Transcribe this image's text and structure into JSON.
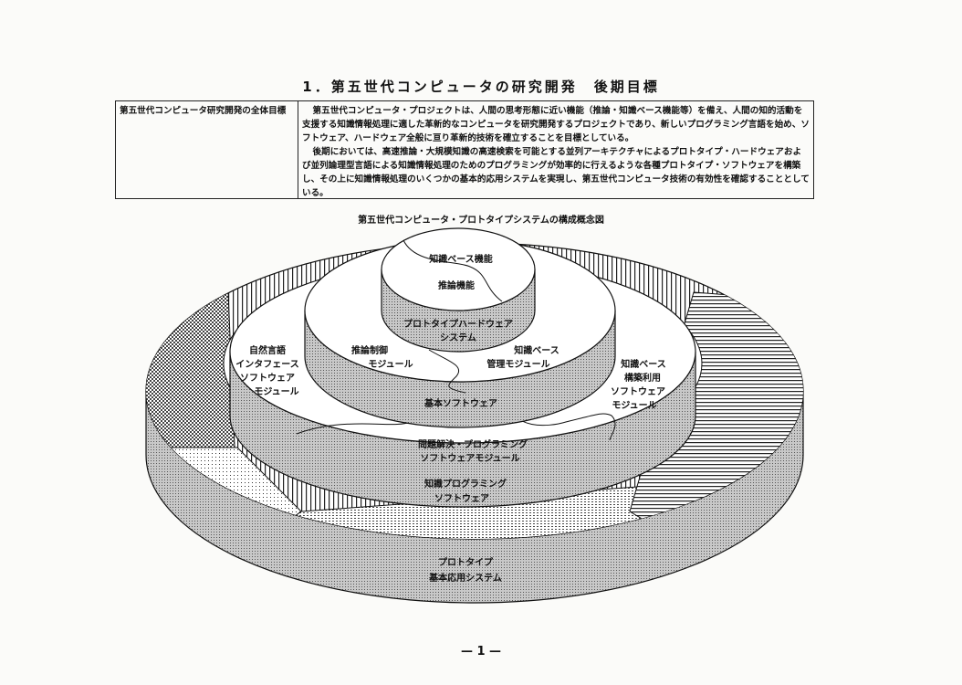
{
  "title": "1．第五世代コンピュータの研究開発　後期目標",
  "goal_table": {
    "label": "第五世代コンピュータ研究開発の全体目標",
    "paragraphs": [
      "第五世代コンピュータ・プロジェクトは、人間の思考形態に近い機能（推論・知識ベース機能等）を備え、人間の知的活動を支援する知識情報処理に適した革新的なコンピュータを研究開発するプロジェクトであり、新しいプログラミング言語を始め、ソフトウェア、ハードウェア全般に亘り革新的技術を確立することを目標としている。",
      "後期においては、高速推論・大規模知識の高速検索を可能とする並列アーキテクチャによるプロトタイプ・ハードウェアおよび並列論理型言語による知識情報処理のためのプログラミングが効率的に行えるような各種プロトタイプ・ソフトウェアを構築し、その上に知識情報処理のいくつかの基本的応用システムを実現し、第五世代コンピュータ技術の有効性を確認することとしている。"
    ]
  },
  "diagram": {
    "title": "第五世代コンピュータ・プロトタイプシステムの構成概念図",
    "labels": {
      "kb_function": "知識ベース機能",
      "inference_function": "推論機能",
      "hw_1": "プロトタイプハードウェア",
      "hw_2": "システム",
      "inf_ctrl_1": "推論制御",
      "inf_ctrl_2": "モジュール",
      "kb_mgmt_1": "知識ベース",
      "kb_mgmt_2": "管理モジュール",
      "basic_sw": "基本ソフトウェア",
      "nl_1": "自然言語",
      "nl_2": "インタフェース",
      "nl_3": "ソフトウェア",
      "nl_4": "モジュール",
      "kbuse_1": "知識ベース",
      "kbuse_2": "構築利用",
      "kbuse_3": "ソフトウェア",
      "kbuse_4": "モジュール",
      "ps_1": "問題解決・プログラミング",
      "ps_2": "ソフトウェアモジュール",
      "kp_1": "知識プログラミング",
      "kp_2": "ソフトウェア",
      "app_1": "プロトタイプ",
      "app_2": "基本応用システム"
    }
  },
  "page_number": "— 1 —"
}
